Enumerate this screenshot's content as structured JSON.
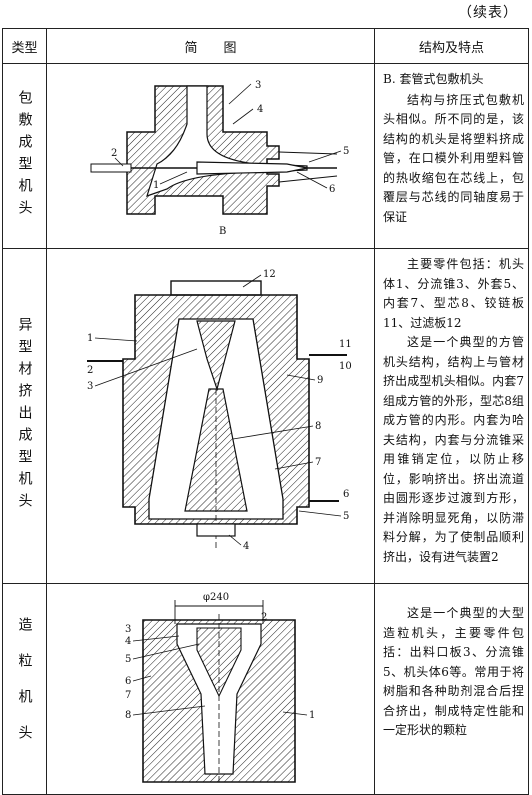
{
  "continued": "（续表）",
  "header": {
    "type": "类型",
    "sketch": "简　　图",
    "features": "结构及特点"
  },
  "rows": [
    {
      "type": "包敷成型机头",
      "sketch_caption": "B",
      "sketch_labels": [
        "1",
        "2",
        "3",
        "4",
        "5",
        "6"
      ],
      "desc_title": "B. 套管式包敷机头",
      "desc": "结构与挤压式包敷机头相似。所不同的是，该结构的机头是将塑料挤成管，在口模外利用塑料管的热收缩包在芯线上，包覆层与芯线的同轴度易于保证"
    },
    {
      "type": "异型材挤出成型机头",
      "sketch_labels": [
        "1",
        "2",
        "3",
        "4",
        "5",
        "6",
        "7",
        "8",
        "9",
        "10",
        "11",
        "12"
      ],
      "desc_p1": "主要零件包括：机头体1、分流锥3、外套5、内套7、型芯8、铰链板11、过滤板12",
      "desc_p2": "这是一个典型的方管机头结构，结构上与管材挤出成型机头相似。内套7组成方管的外形，型芯8组成方管的内形。内套为哈夫结构，内套与分流锥采用锥销定位，以防止移位，影响挤出。挤出流道由圆形逐步过渡到方形，并消除明显死角，以防滞料分解，为了使制品顺利挤出，设有进气装置2"
    },
    {
      "type": "造粒机头",
      "sketch_dim": "φ240",
      "sketch_labels": [
        "1",
        "2",
        "3",
        "4",
        "5",
        "6",
        "7",
        "8"
      ],
      "desc": "这是一个典型的大型造粒机头，主要零件包括：出料口板3、分流锥5、机头体6等。常用于将树脂和各种助剂混合后捏合挤出，制成特定性能和一定形状的颗粒"
    }
  ]
}
